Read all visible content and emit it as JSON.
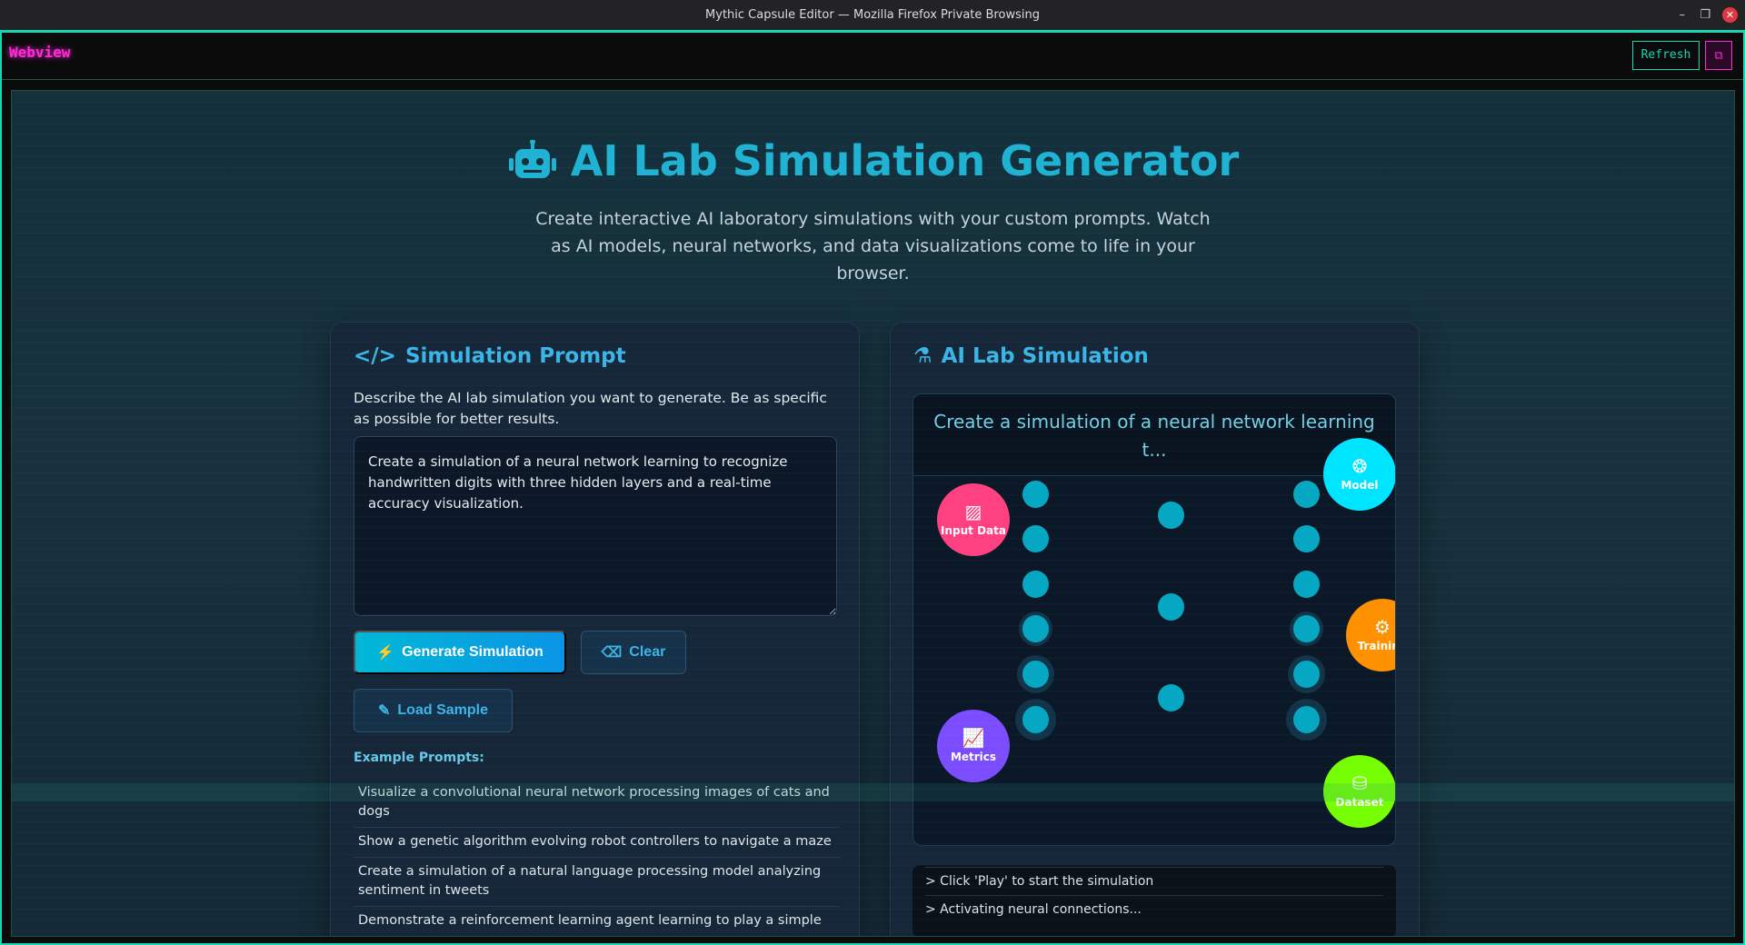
{
  "window": {
    "title": "Mythic Capsule Editor — Mozilla Firefox Private Browsing"
  },
  "webview": {
    "title": "Webview",
    "refresh_label": "Refresh"
  },
  "hero": {
    "title": "AI Lab Simulation Generator",
    "subtitle": "Create interactive AI laboratory simulations with your custom prompts. Watch as AI models, neural networks, and data visualizations come to life in your browser."
  },
  "prompt_card": {
    "title": "Simulation Prompt",
    "description": "Describe the AI lab simulation you want to generate. Be as specific as possible for better results.",
    "textarea_value": "Create a simulation of a neural network learning to recognize handwritten digits with three hidden layers and a real-time accuracy visualization.",
    "generate_label": "Generate Simulation",
    "clear_label": "Clear",
    "load_sample_label": "Load Sample",
    "examples_heading": "Example Prompts:",
    "examples": [
      "Visualize a convolutional neural network processing images of cats and dogs",
      "Show a genetic algorithm evolving robot controllers to navigate a maze",
      "Create a simulation of a natural language processing model analyzing sentiment in tweets",
      "Demonstrate a reinforcement learning agent learning to play a simple game"
    ]
  },
  "sim_card": {
    "title": "AI Lab Simulation",
    "sim_title": "Create a simulation of a neural network learning t...",
    "nodes": [
      {
        "label": "Input Data",
        "icon": "image-icon",
        "color": "#ff4081"
      },
      {
        "label": "Model",
        "icon": "brain-icon",
        "color": "#00e5ff"
      },
      {
        "label": "Training",
        "icon": "gears-icon",
        "color": "#ff9100"
      },
      {
        "label": "Metrics",
        "icon": "chart-line-icon",
        "color": "#7c4dff"
      },
      {
        "label": "Dataset",
        "icon": "database-icon",
        "color": "#76ff03"
      }
    ],
    "log": [
      "> Click 'Play' to start the simulation",
      "> Activating neural connections..."
    ]
  },
  "colors": {
    "accent": "#1fb2d2",
    "neuron": "#05a7c2",
    "frame": "#17d6b4",
    "webview": "#ff2ad8"
  }
}
